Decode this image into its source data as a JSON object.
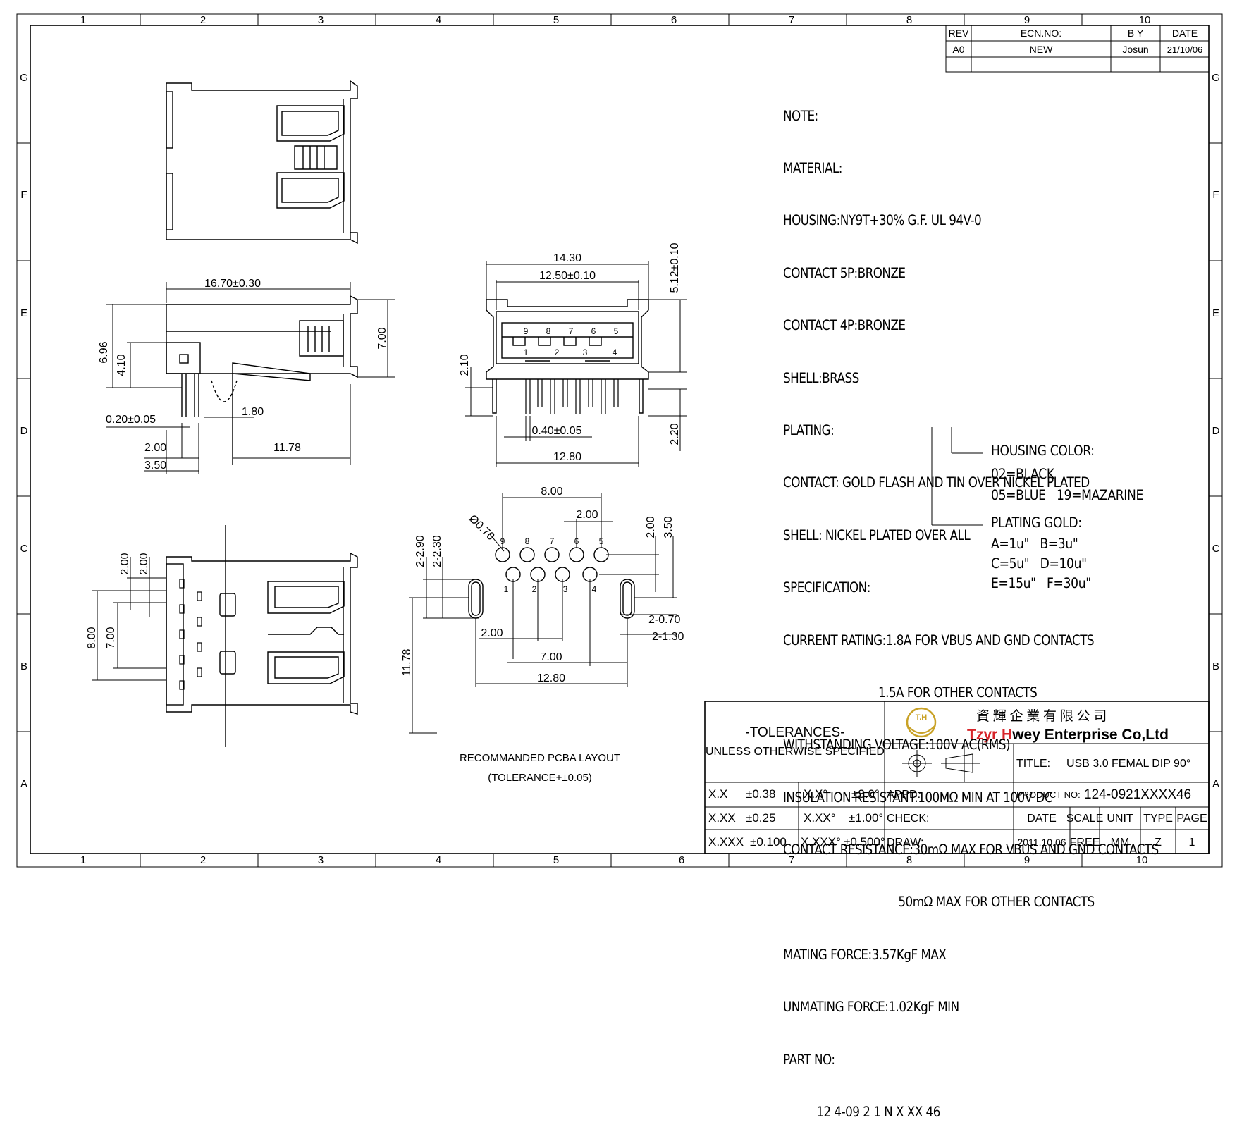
{
  "grid": {
    "columns": [
      "1",
      "2",
      "3",
      "4",
      "5",
      "6",
      "7",
      "8",
      "9",
      "10"
    ],
    "rows": [
      "G",
      "F",
      "E",
      "D",
      "C",
      "B",
      "A"
    ]
  },
  "revision_table": {
    "headers": [
      "REV",
      "ECN.NO:",
      "B Y",
      "DATE"
    ],
    "row": [
      "A0",
      "NEW",
      "Josun",
      "21/10/06"
    ]
  },
  "notes": {
    "lines": [
      "NOTE:",
      "MATERIAL:",
      "HOUSING:NY9T+30% G.F. UL 94V-0",
      "CONTACT 5P:BRONZE",
      "CONTACT 4P:BRONZE",
      "SHELL:BRASS",
      "PLATING:",
      "CONTACT: GOLD FLASH AND TIN OVER NICKEL PLATED",
      "SHELL: NICKEL PLATED OVER ALL",
      "SPECIFICATION:",
      "CURRENT RATING:1.8A FOR VBUS AND GND CONTACTS",
      "1.5A FOR OTHER CONTACTS",
      "WITHSTANDING VOLTAGE:100V AC(RMS)",
      "INSULATION RESISTANT:100MΩ MIN AT 100V DC",
      "CONTACT RESISTANCE:30mΩ MAX FOR VBUS AND GND CONTACTS",
      "50mΩ MAX FOR OTHER CONTACTS",
      "MATING FORCE:3.57KgF MAX",
      "UNMATING FORCE:1.02KgF MIN",
      "PART NO:",
      "12 4-09 2 1 N X XX 46"
    ]
  },
  "options": {
    "housing_color_title": "HOUSING COLOR:",
    "housing_colors_1": "02=BLACK",
    "housing_colors_2": "05=BLUE   19=MAZARINE",
    "plating_title": "PLATING GOLD:",
    "plating_1": "A=1u\"   B=3u\"",
    "plating_2": "C=5u\"   D=10u\"",
    "plating_3": "E=15u\"   F=30u\""
  },
  "dimensions": {
    "side": [
      "16.70±0.30",
      "6.96",
      "4.10",
      "7.00",
      "0.20±0.05",
      "1.80",
      "2.00",
      "3.50",
      "11.78"
    ],
    "front": [
      "14.30",
      "12.50±0.10",
      "5.12±0.10",
      "2.10",
      "0.40±0.05",
      "12.80",
      "2.20"
    ],
    "front_pins_top": [
      "9",
      "8",
      "7",
      "6",
      "5"
    ],
    "front_pins_bottom": [
      "1",
      "2",
      "3",
      "4"
    ],
    "bottom": [
      "2.00",
      "2.00",
      "8.00",
      "7.00"
    ],
    "pcb": [
      "8.00",
      "2.00",
      "2.00",
      "3.50",
      "Ø0.70",
      "2-2.90",
      "2-2.30",
      "2-0.70",
      "2-1.30",
      "2.00",
      "7.00",
      "12.80",
      "11.78"
    ],
    "pcb_pins_top": [
      "9",
      "8",
      "7",
      "6",
      "5"
    ],
    "pcb_pins_bottom": [
      "1",
      "2",
      "3",
      "4"
    ]
  },
  "pcb_caption": {
    "line1": "RECOMMANDED PCBA LAYOUT",
    "line2": "(TOLERANCE+±0.05)"
  },
  "title_block": {
    "tolerances_title": "-TOLERANCES-",
    "tolerances_sub": "UNLESS OTHERWISE SPECIFIED",
    "tol_rows": [
      [
        "X.X",
        "±0.38",
        "X.X°",
        "±3.0°"
      ],
      [
        "X.XX",
        "±0.25",
        "X.XX°",
        "±1.00°"
      ],
      [
        "X.XXX",
        "±0.100",
        "X.XXX°",
        "±0.500°"
      ]
    ],
    "company_cn": "資 輝 企 業 有 限 公 司",
    "company_en_1": "Tzyr ",
    "company_en_h": "H",
    "company_en_2": "wey Enterprise Co,Ltd",
    "logo_text": "T.H",
    "title_label": "TITLE:",
    "title_value": "USB 3.0 FEMAL DIP 90°",
    "appd_label": "APPD:",
    "product_label": "PRODUCT NO:",
    "product_value": "124-0921XXXX46",
    "check_label": "CHECK:",
    "draw_label": "DRAW:",
    "headers": [
      "DATE",
      "SCALE",
      "UNIT",
      "TYPE",
      "PAGE"
    ],
    "values": [
      "2011.10.06",
      "FREE",
      "MM",
      "Z",
      "1"
    ]
  },
  "colors": {
    "logo_gold": "#c9a227",
    "brand_red": "#d7262b",
    "line": "#000000"
  }
}
